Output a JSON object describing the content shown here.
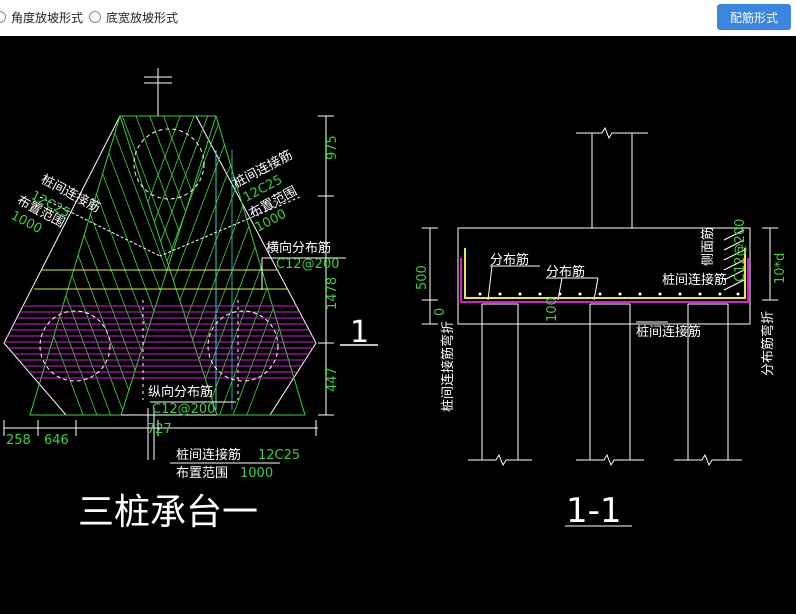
{
  "toolbar": {
    "radio_angle_label": "角度放坡形式",
    "radio_width_label": "底宽放坡形式",
    "config_button_label": "配筋形式"
  },
  "drawing": {
    "plan": {
      "title": "三桩承台一",
      "left_rebar_name": "桩间连接筋",
      "left_rebar_spec": "12C25",
      "left_range_label": "布置范围",
      "left_range_value": "1000",
      "right_rebar_name": "桩间连接筋",
      "right_rebar_spec": "12C25",
      "right_range_label": "布置范围",
      "right_range_value": "1000",
      "transverse_label": "横向分布筋",
      "transverse_spec": "C12@200",
      "longitudinal_label": "纵向分布筋",
      "longitudinal_spec": "C12@200",
      "bottom_rebar_name": "桩间连接筋",
      "bottom_rebar_spec": "12C25",
      "bottom_range_label": "布置范围",
      "bottom_range_value": "1000",
      "dim_975": "975",
      "dim_1478": "1478",
      "dim_447": "447",
      "dim_258": "258",
      "dim_646": "646",
      "dim_727": "727",
      "section_mark": "1"
    },
    "section": {
      "title": "1-1",
      "dim_500": "500",
      "dim_0": "0",
      "dim_100": "100",
      "dist_label_1": "分布筋",
      "dist_label_2": "分布筋",
      "conn_label_top": "桩间连接筋",
      "conn_label_bottom": "桩间连接筋",
      "side_face_label": "侧面筋",
      "side_face_spec": "C12@200",
      "ten_d": "10*d",
      "left_vertical_label": "桩间连接筋弯折",
      "right_vertical_label": "分布筋弯折"
    }
  },
  "colors": {
    "green": "#3ecf3e",
    "magenta": "#d020d0",
    "yellow": "#e8e84a",
    "cyan": "#30d8d8",
    "white": "#ffffff",
    "button_blue": "#3a86e0"
  }
}
